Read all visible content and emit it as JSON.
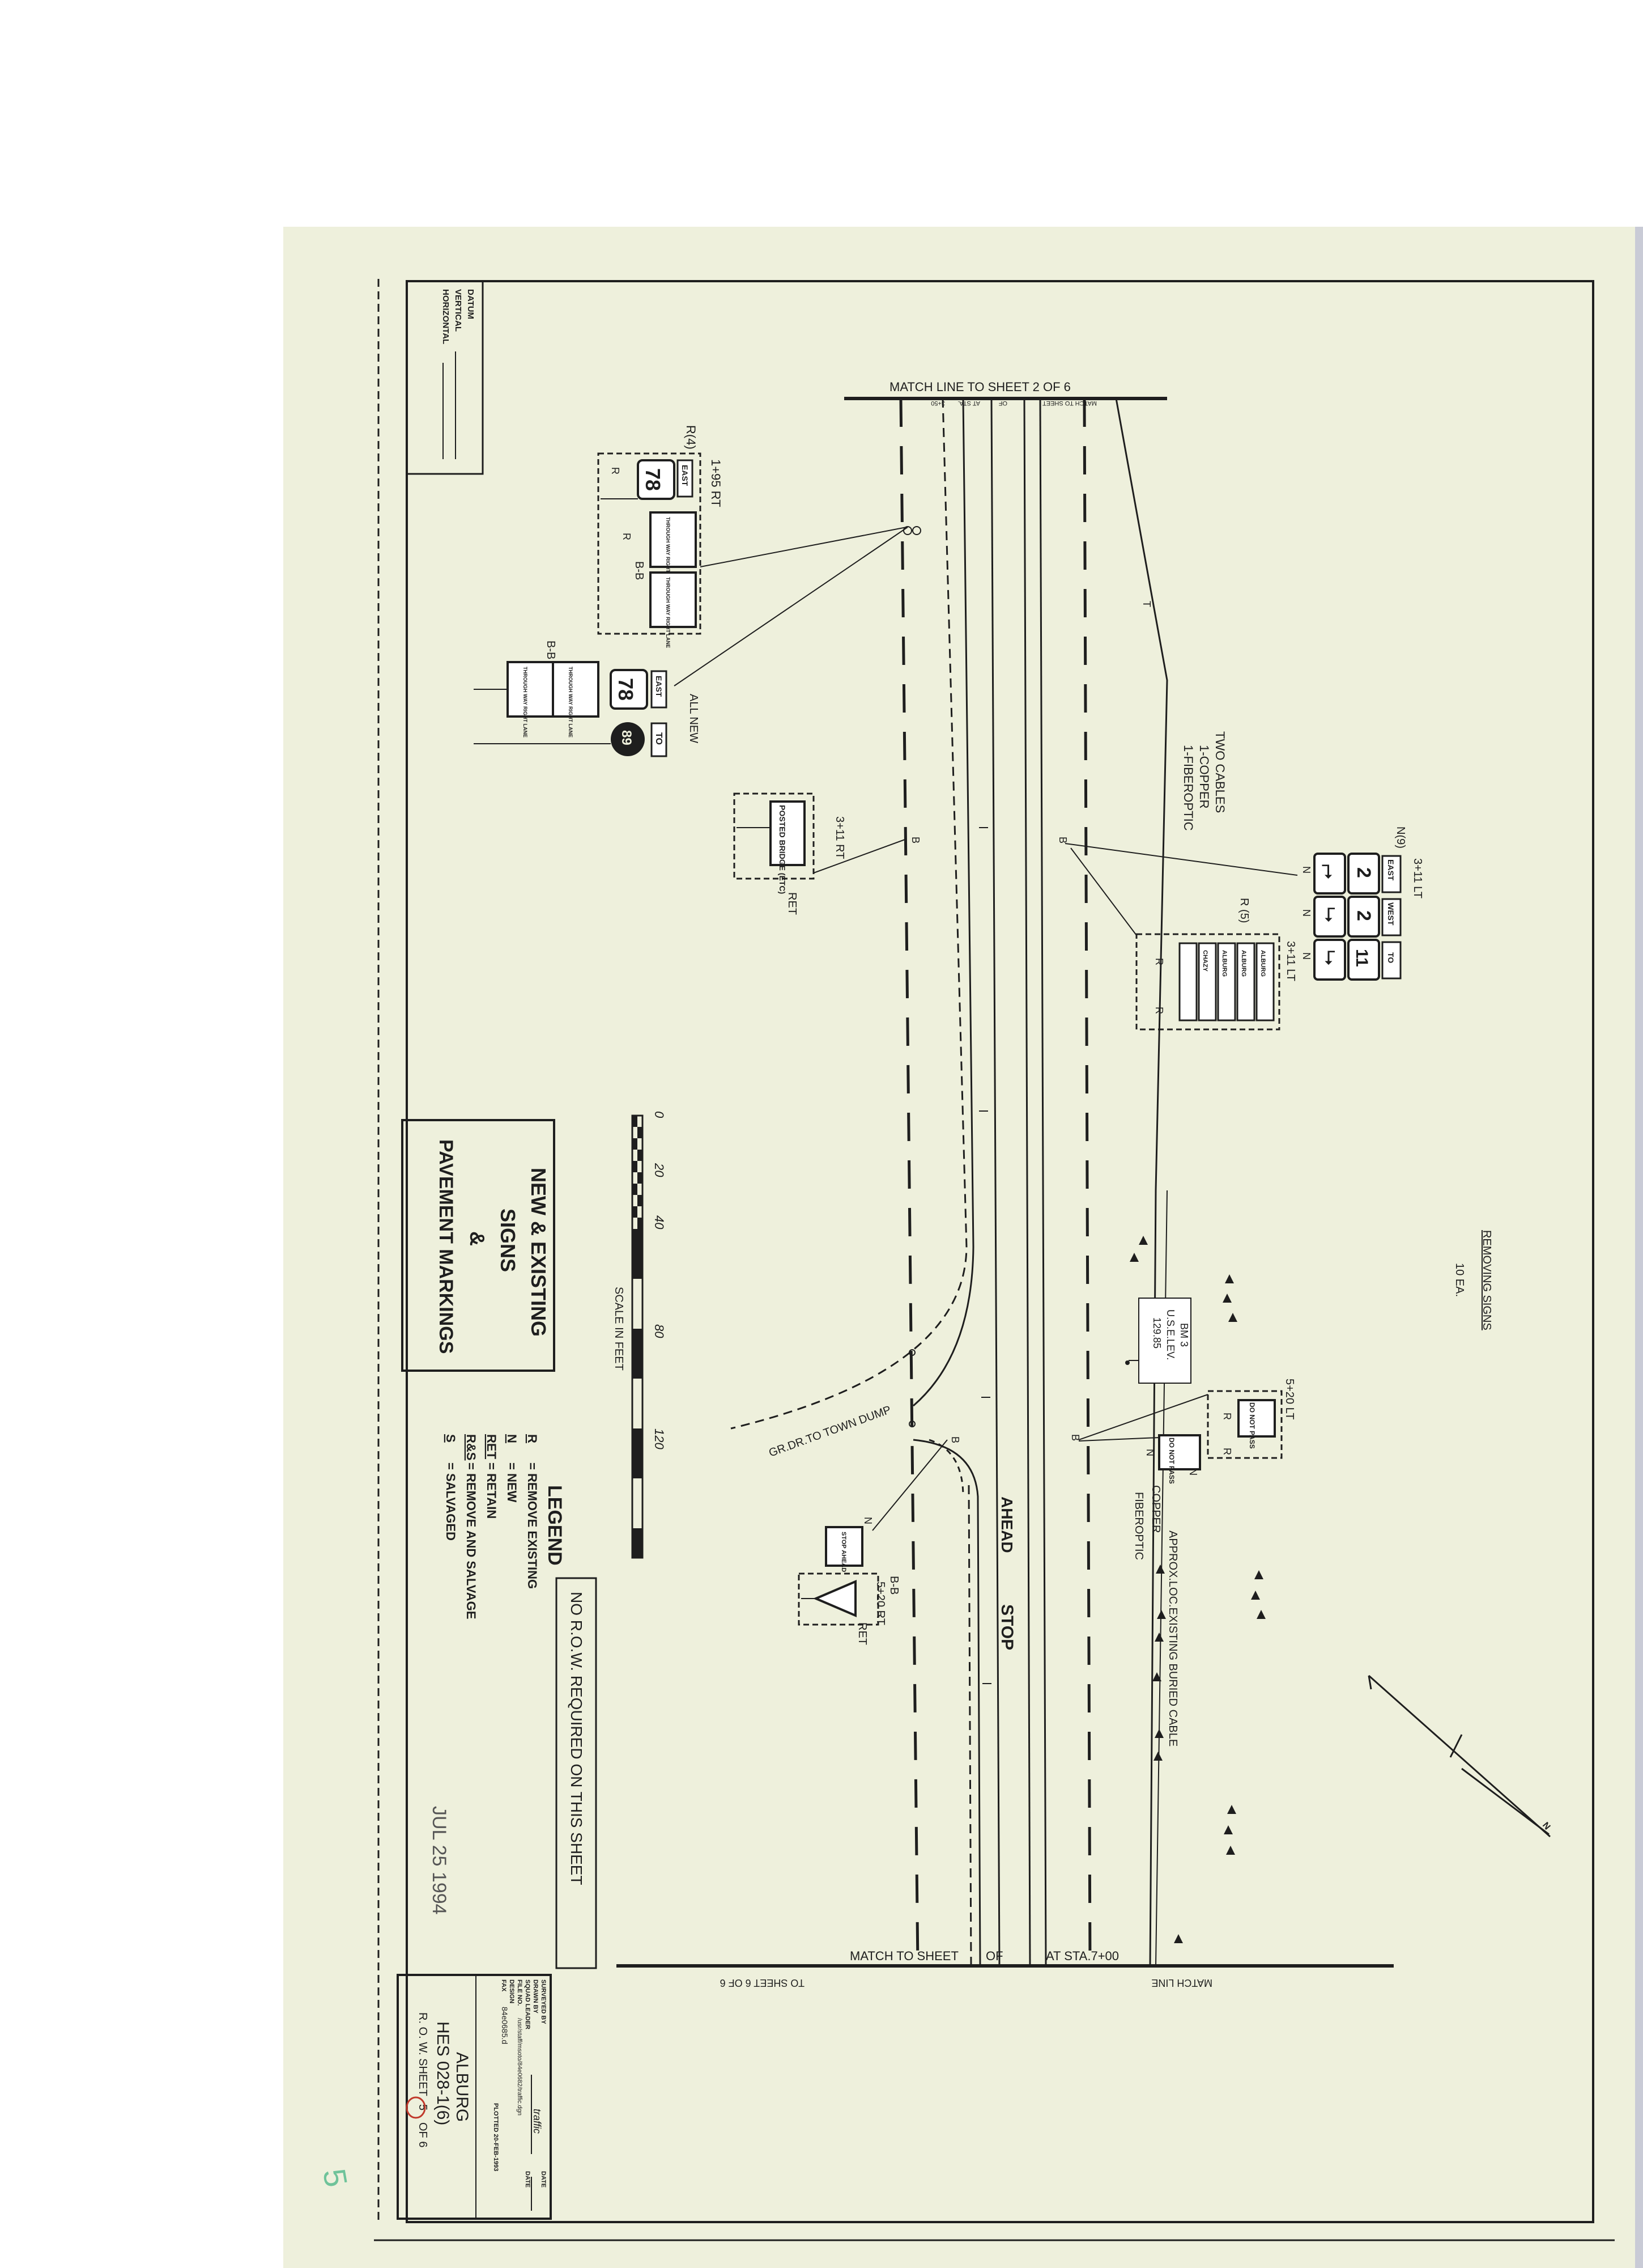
{
  "colors": {
    "paper": "#eef0dc",
    "ink": "#1e1e1e",
    "pencil_green": "#6fc39a",
    "circle_red": "#c0392b"
  },
  "match_top": "MATCH LINE   TO SHEET 2 OF 6",
  "match_top_sub": [
    "MATCH TO SHEET",
    "OF",
    "AT STA.",
    "3+50"
  ],
  "match_bottom": [
    "MATCH TO SHEET",
    "OF",
    "AT STA.7+00"
  ],
  "match_bottom_sub": [
    "TO SHEET 6 OF 6",
    "MATCH LINE"
  ],
  "datum": {
    "title": "DATUM",
    "vertical": "VERTICAL",
    "horizontal": "HORIZONTAL"
  },
  "sign_group_1": {
    "label_r": "R(4)",
    "station": "1+95 RT",
    "east": "EAST",
    "route": "78",
    "panel": "THROUGH WAY RIGHT LANE",
    "r": "R",
    "bb": "B-B"
  },
  "sign_group_2": {
    "all_new": "ALL NEW",
    "bb": "B-B",
    "east": "EAST",
    "route": "78",
    "to": "TO",
    "route2": "89",
    "panel": "THROUGH WAY RIGHT LANE"
  },
  "sign_posted": {
    "text": "POSTED BRIDGE (ETC)",
    "station": "3+11 RT",
    "ret": "RET"
  },
  "cables": {
    "line1": "TWO CABLES",
    "line2": "1-COPPER",
    "line3": "1-FIBEROPTIC"
  },
  "signs_n9": {
    "label": "N(9)",
    "station": "3+11 LT",
    "dirs": [
      "EAST",
      "WEST",
      "TO"
    ],
    "routes": [
      "2",
      "2",
      "11"
    ],
    "n": "N"
  },
  "signs_r5": {
    "label": "R (5)",
    "station": "3+11 LT",
    "rows": [
      "ALBURG",
      "ALBURG",
      "ALBURG",
      "CHAZY"
    ],
    "r": "R"
  },
  "removing": {
    "title": "REMOVING SIGNS",
    "count": "10 EA."
  },
  "bm": [
    "BM 3",
    "U.S.E.LEV.",
    "129.85"
  ],
  "do_not_pass": {
    "station": "5+20 LT",
    "text": "DO NOT PASS",
    "r": "R",
    "n": "N"
  },
  "buried_cable": {
    "main": "APPROX.LOC.EXISTING BURIED CABLE",
    "copper": "COPPER",
    "fiber": "FIBEROPTIC"
  },
  "gr_road": "GR.DR.TO TOWN DUMP",
  "ahead": "AHEAD",
  "stop": "STOP",
  "sign_bottom": {
    "n": "N",
    "text": "STOP AHEAD",
    "bb": "B-B",
    "station": "5+20 RT",
    "ret": "RET"
  },
  "scale": {
    "ticks": [
      "0",
      "20",
      "40",
      "80",
      "120"
    ],
    "label": "SCALE IN FEET"
  },
  "title": [
    "NEW & EXISTING",
    "SIGNS",
    "&",
    "PAVEMENT MARKINGS"
  ],
  "legend": {
    "title": "LEGEND",
    "items": [
      {
        "code": "R",
        "desc": "= REMOVE EXISTING"
      },
      {
        "code": "N",
        "desc": "= NEW"
      },
      {
        "code": "RET",
        "desc": "= RETAIN"
      },
      {
        "code": "R&S",
        "desc": "= REMOVE AND SALVAGE"
      },
      {
        "code": "S",
        "desc": "= SALVAGED"
      }
    ]
  },
  "row_note": "NO R.O.W. REQUIRED ON THIS SHEET",
  "stamp_date": "JUL 25 1994",
  "title_block": {
    "surveyed": "SURVEYED BY",
    "drawn": "DRAWN BY",
    "squad": "SQUAD LEADER",
    "file": "FILE NO.",
    "design": "DESIGN",
    "fax": "FAX",
    "traffic": "traffic",
    "date": "DATE",
    "path": "/usr/staff/msoto/84e0682/traffic.dgn",
    "plotted": "PLOTTED 20-FEB-1993",
    "fax_no": "84e0685.d",
    "town": "ALBURG",
    "project": "HES 028-1(6)",
    "sheet_prefix": "R. O. W. SHEET",
    "sheet_no": "5",
    "sheet_suffix": "OF 6"
  },
  "margin_mark": "5"
}
